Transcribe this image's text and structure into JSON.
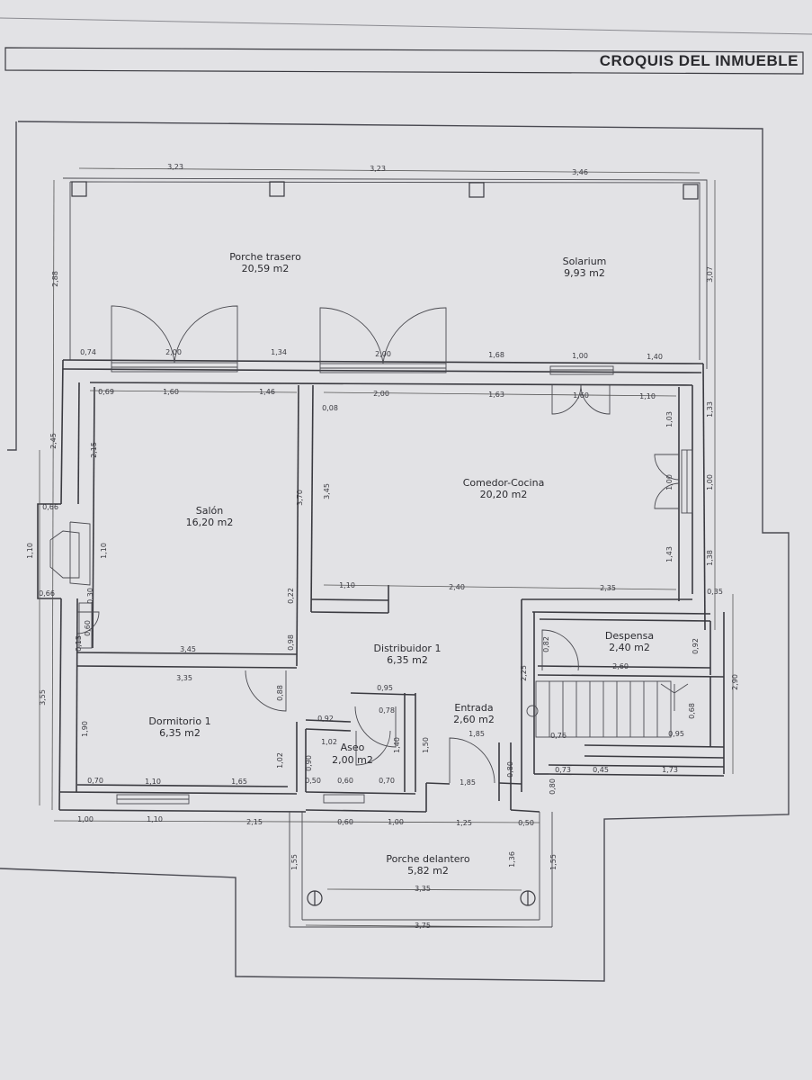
{
  "header": {
    "title": "CROQUIS DEL INMUEBLE"
  },
  "rooms": [
    {
      "name": "Porche trasero",
      "area": "20,59 m2"
    },
    {
      "name": "Solarium",
      "area": "9,93 m2"
    },
    {
      "name": "Comedor-Cocina",
      "area": "20,20 m2"
    },
    {
      "name": "Salón",
      "area": "16,20 m2"
    },
    {
      "name": "Distribuidor 1",
      "area": "6,35 m2"
    },
    {
      "name": "Despensa",
      "area": "2,40 m2"
    },
    {
      "name": "Entrada",
      "area": "2,60 m2"
    },
    {
      "name": "Dormitorio 1",
      "area": "6,35 m2"
    },
    {
      "name": "Aseo",
      "area": "2,00 m2"
    },
    {
      "name": "Porche delantero",
      "area": "5,82 m2"
    }
  ],
  "dimensions": {
    "top": [
      "3,23",
      "3,23",
      "3,46"
    ],
    "row1": [
      "0,74",
      "2,00",
      "1,34",
      "2,00",
      "1,68",
      "1,00",
      "1,40"
    ],
    "row2": [
      "0,69",
      "1,60",
      "1,46",
      "2,00",
      "1,63",
      "1,60",
      "1,10"
    ],
    "left": [
      "2,88",
      "2,45",
      "2,15",
      "0,66",
      "1,10",
      "1,10",
      "0,66",
      "3,55",
      "1,90",
      "0,30",
      "0,60",
      "0,13"
    ],
    "right": [
      "3,07",
      "1,33",
      "1,03",
      "1,00",
      "1,00",
      "1,43",
      "1,38",
      "0,35",
      "2,90",
      "0,92",
      "0,68"
    ],
    "inner": [
      "0,08",
      "3,70",
      "3,45",
      "0,22",
      "0,98",
      "1,10",
      "2,40",
      "2,35",
      "3,45",
      "3,35",
      "0,88",
      "0,92",
      "0,95",
      "0,78",
      "1,02",
      "1,02",
      "1,40",
      "1,50",
      "1,85",
      "0,82",
      "2,60",
      "2,25",
      "0,76",
      "0,95",
      "0,73",
      "0,45",
      "1,73",
      "0,80",
      "0,80",
      "1,85"
    ],
    "bottom": [
      "0,70",
      "1,10",
      "1,65",
      "0,90",
      "0,50",
      "0,60",
      "0,70",
      "1,00",
      "1,10",
      "2,15",
      "0,60",
      "1,00",
      "1,25",
      "0,50",
      "1,55",
      "1,36",
      "1,55",
      "3,35",
      "3,75"
    ]
  }
}
